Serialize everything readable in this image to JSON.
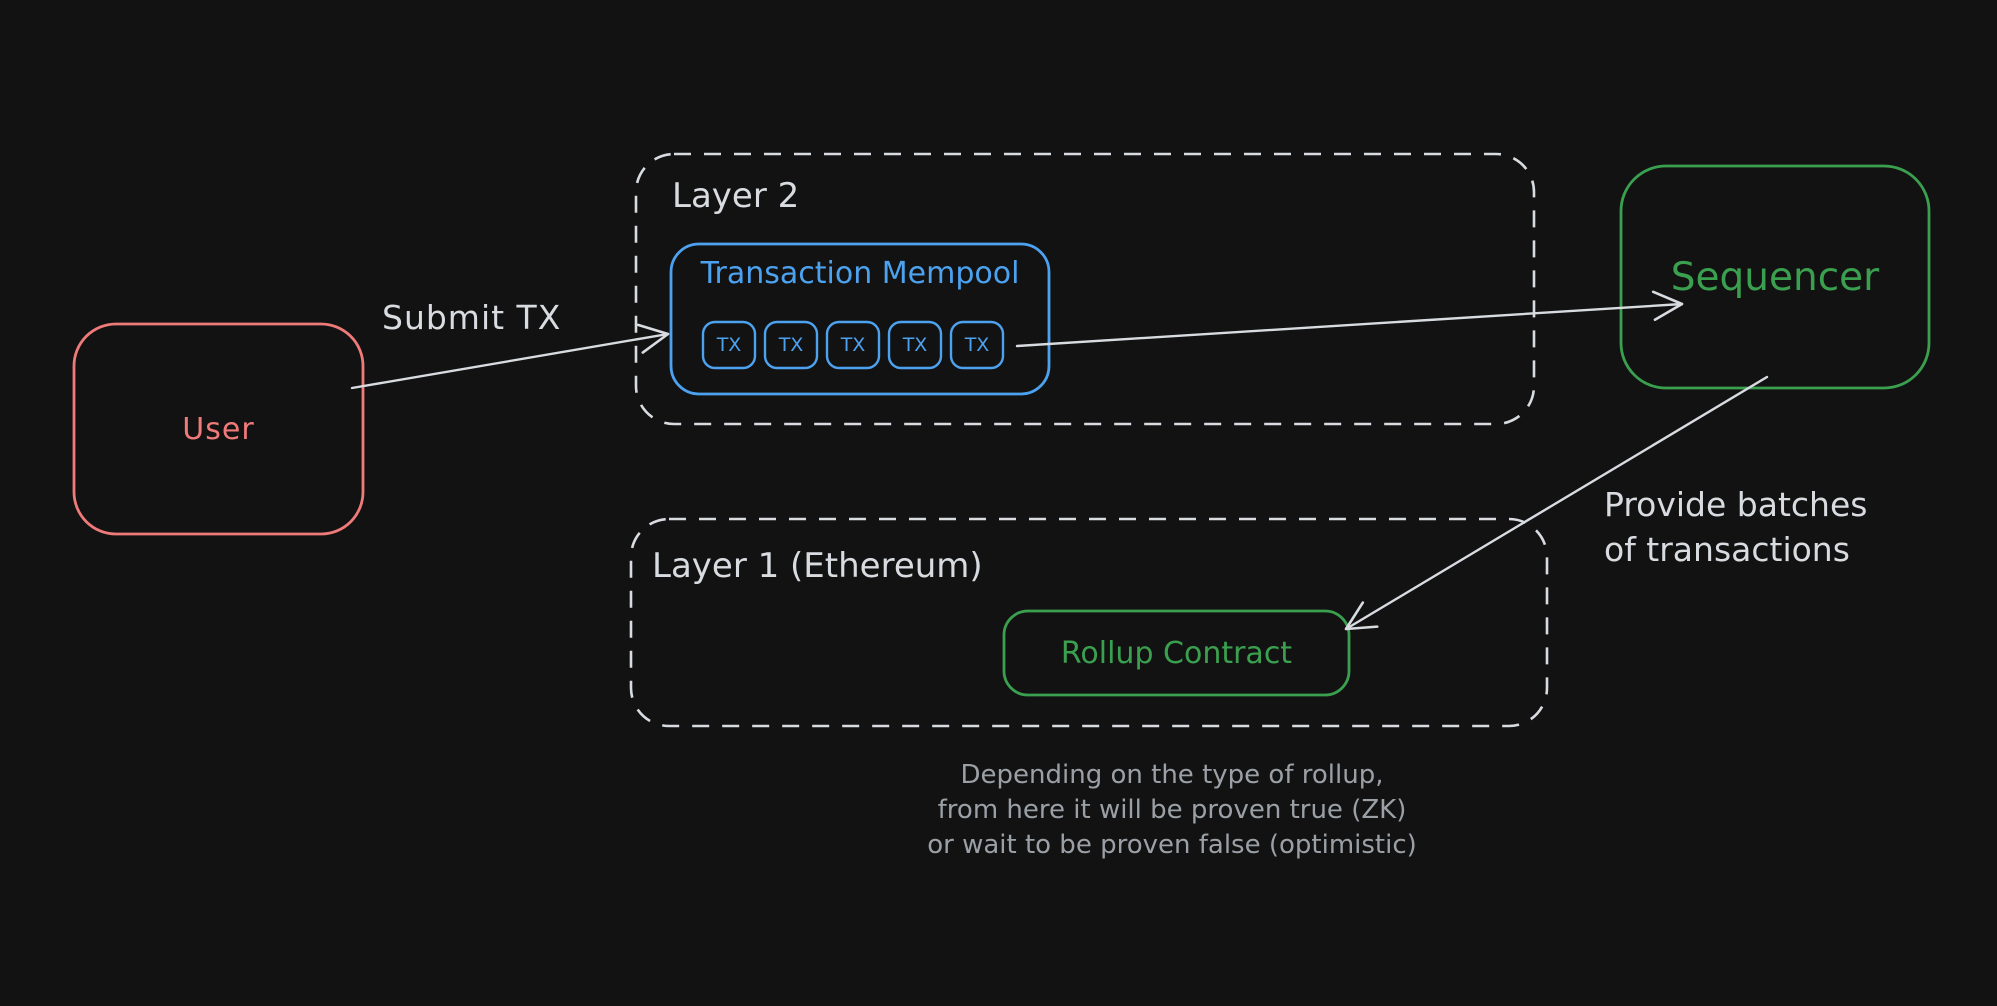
{
  "colors": {
    "background": "#121212",
    "red": "#ef7a7a",
    "blue": "#4da2f0",
    "green": "#3aa04f",
    "white": "#d8dce1",
    "muted": "#9aa0a6"
  },
  "nodes": {
    "user": {
      "label": "User"
    },
    "layer2": {
      "label": "Layer 2"
    },
    "mempool": {
      "label": "Transaction Mempool",
      "tx_items": [
        "TX",
        "TX",
        "TX",
        "TX",
        "TX"
      ]
    },
    "sequencer": {
      "label": "Sequencer"
    },
    "layer1": {
      "label": "Layer 1 (Ethereum)"
    },
    "rollup_contract": {
      "label": "Rollup Contract"
    }
  },
  "edges": {
    "user_to_mempool": {
      "label": "Submit TX"
    },
    "sequencer_to_rollup": {
      "label_line1": "Provide batches",
      "label_line2": "of transactions"
    }
  },
  "caption": {
    "line1": "Depending on the type of rollup,",
    "line2": "from here it will be proven true (ZK)",
    "line3": "or wait to be proven false (optimistic)"
  }
}
